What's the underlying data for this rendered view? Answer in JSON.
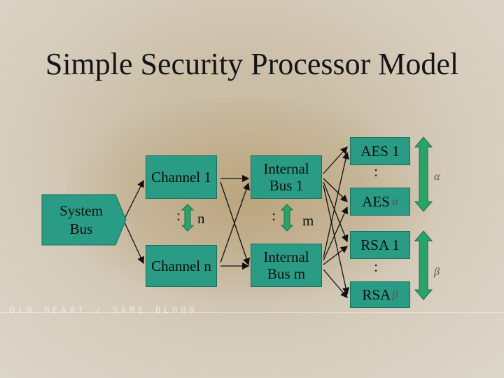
{
  "title": "Simple Security Processor Model",
  "system_bus": "System\nBus",
  "channels": {
    "first": "Channel 1",
    "last": "Channel n",
    "count_label": "n"
  },
  "internal_buses": {
    "first": "Internal\nBus 1",
    "last": "Internal\nBus m",
    "count_label": "m"
  },
  "aes": {
    "first": "AES 1",
    "last": "AES",
    "last_suffix": "α",
    "group_label": "α"
  },
  "rsa": {
    "first": "RSA 1",
    "last": "RSA",
    "last_suffix": "β",
    "group_label": "β"
  },
  "ellipsis": ":",
  "background_watermark": "OLD HEART / SAME BLOOD",
  "colors": {
    "box_fill": "#2a9b84",
    "double_arrow": "#2aa36a",
    "line": "#111111"
  }
}
